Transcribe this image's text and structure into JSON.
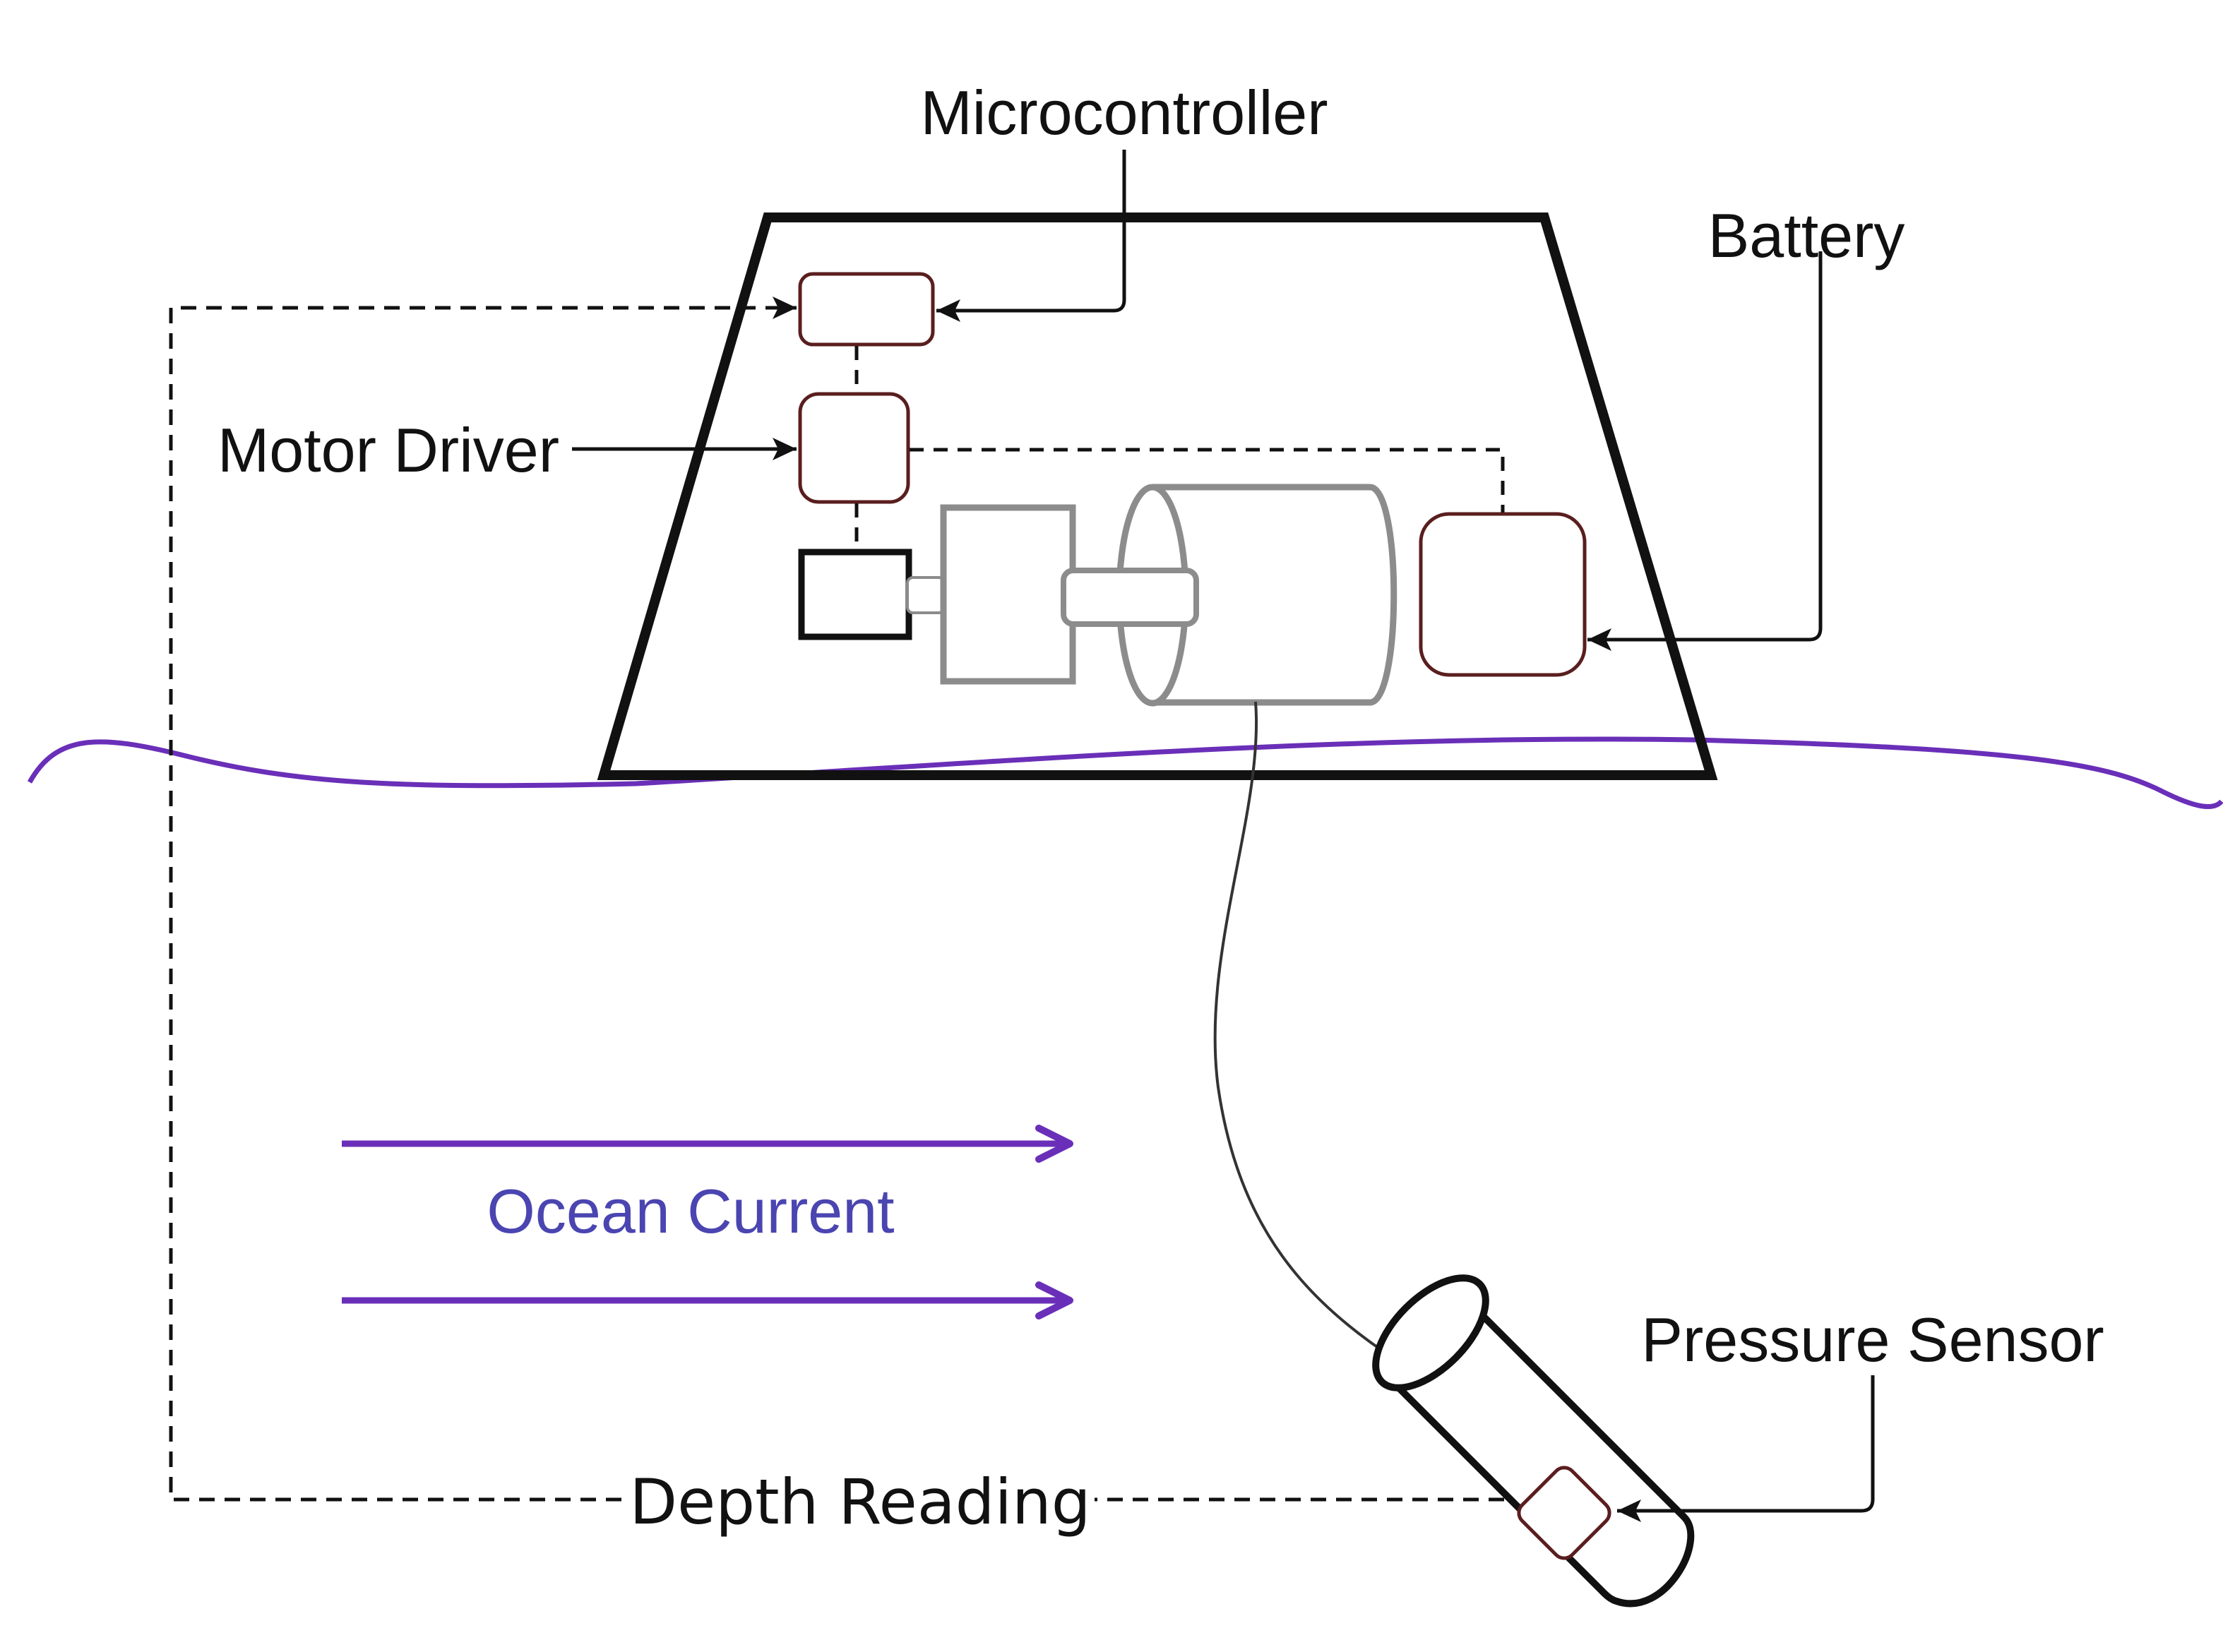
{
  "labels": {
    "microcontroller": "Microcontroller",
    "battery": "Battery",
    "motor_driver": "Motor Driver",
    "ocean_current": "Ocean Current",
    "pressure_sensor": "Pressure Sensor",
    "depth_reading": "Depth Reading"
  },
  "colors": {
    "water_line": "#6a2fb8",
    "current_arrows": "#6a2fb8",
    "current_text": "#4a45b0",
    "hull": "#111111",
    "component_border": "#5a1e1e",
    "motor_gray": "#8c8c8c",
    "background": "#ffffff"
  }
}
